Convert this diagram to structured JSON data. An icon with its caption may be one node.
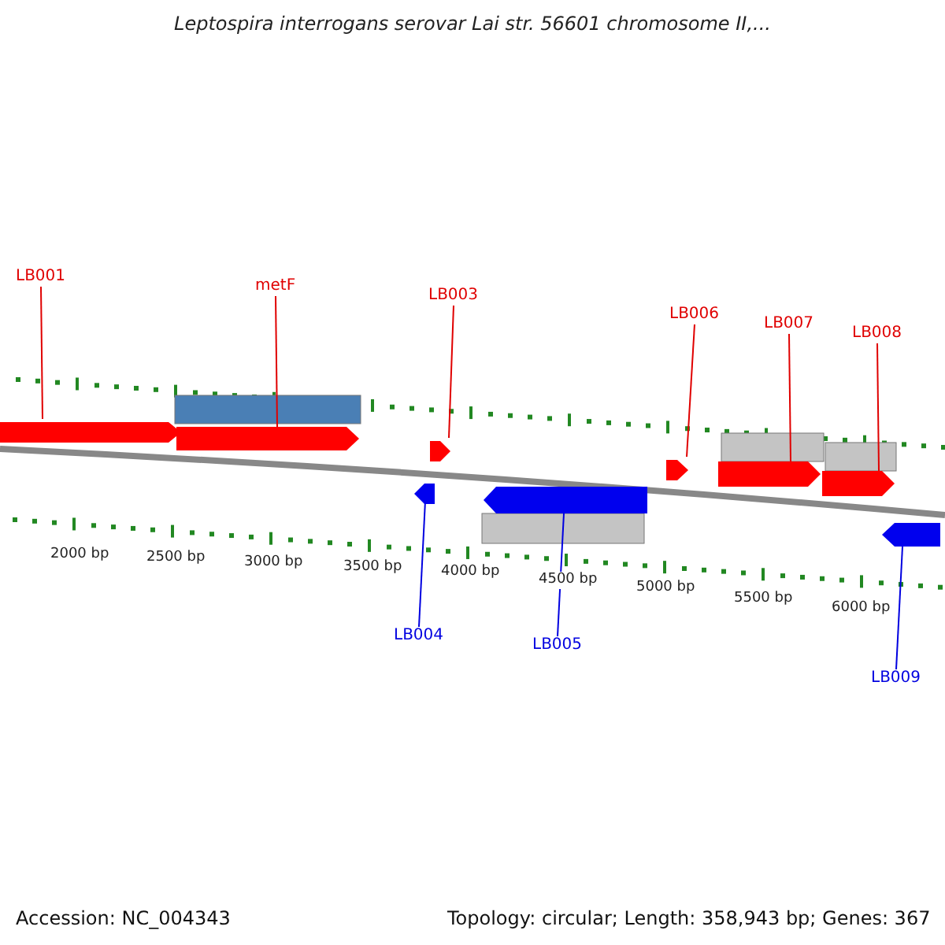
{
  "diagram": {
    "title": "Leptospira interrogans serovar Lai str. 56601 chromosome II,...",
    "nodes": [
      {
        "text": [
          "LB001"
        ]
      },
      {
        "text": [
          "metF"
        ]
      },
      {
        "text": [
          "LB003"
        ]
      },
      {
        "text": [
          "LB004"
        ]
      },
      {
        "text": [
          "LB005"
        ]
      },
      {
        "text": [
          "LB006"
        ]
      },
      {
        "text": [
          "LB007"
        ]
      },
      {
        "text": [
          "LB008"
        ]
      },
      {
        "text": [
          "LB009"
        ]
      },
      {
        "text": [],
        "shape": "arrow"
      },
      {
        "text": [],
        "shape": "arrow"
      },
      {
        "text": [],
        "shape": "arrow"
      },
      {
        "text": [],
        "shape": "arrow"
      },
      {
        "text": [],
        "shape": "arrow"
      },
      {
        "text": [],
        "shape": "arrow"
      },
      {
        "text": [],
        "shape": "arrow"
      },
      {
        "text": [],
        "shape": "arrow"
      },
      {
        "text": [],
        "shape": "arrow"
      }
    ],
    "edges": [
      {
        "from": 0,
        "to": 9,
        "arrow": "none"
      },
      {
        "from": 1,
        "to": 10,
        "arrow": "none"
      },
      {
        "from": 2,
        "to": 11,
        "arrow": "none"
      },
      {
        "from": 3,
        "to": 12,
        "arrow": "none",
        "color": "#0000e0"
      },
      {
        "from": 4,
        "to": 13,
        "arrow": "none",
        "color": "#0000e0"
      },
      {
        "from": 5,
        "to": 14,
        "arrow": "none"
      },
      {
        "from": 6,
        "to": 15,
        "arrow": "none"
      },
      {
        "from": 7,
        "to": 16,
        "arrow": "none"
      },
      {
        "from": 8,
        "to": 17,
        "arrow": "none",
        "color": "#0000e0"
      }
    ],
    "labels": [
      "2000 bp",
      "2500 bp",
      "3000 bp",
      "3500 bp",
      "4000 bp",
      "4500 bp",
      "5000 bp",
      "5500 bp",
      "6000 bp",
      "Accession: NC_004343",
      "Topology: circular; Length: 358,943 bp; Genes: 367"
    ]
  }
}
